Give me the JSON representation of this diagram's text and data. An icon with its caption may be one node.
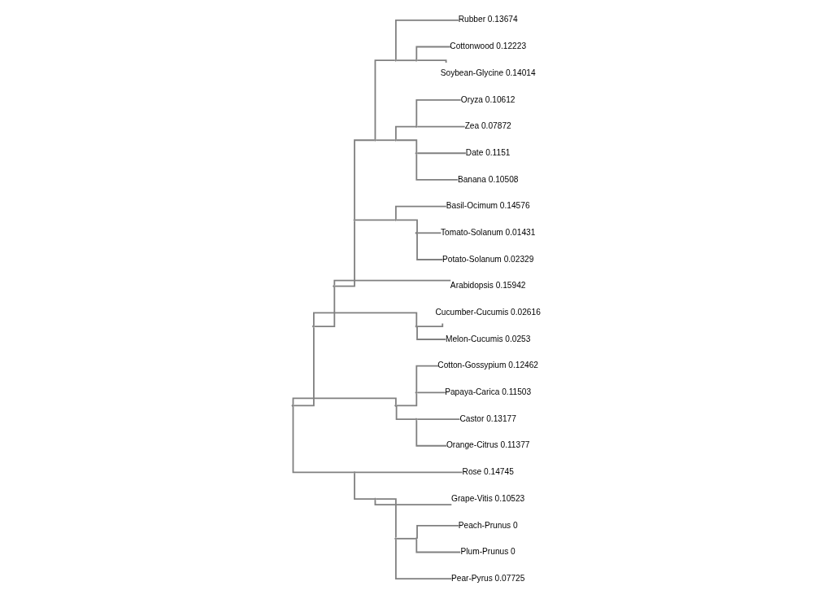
{
  "diagram": {
    "nodes": [
      {
        "text": [],
        "shape": "point"
      },
      {
        "text": [],
        "shape": "point"
      },
      {
        "text": [],
        "shape": "point"
      },
      {
        "text": [],
        "shape": "point"
      },
      {
        "text": [],
        "shape": "point"
      },
      {
        "text": [],
        "shape": "point"
      },
      {
        "text": [
          "Rubber 0.13674"
        ]
      },
      {
        "text": [],
        "shape": "point"
      },
      {
        "text": [
          "Cottonwood 0.12223"
        ]
      },
      {
        "text": [
          "Soybean-Glycine 0.14014"
        ]
      },
      {
        "text": [],
        "shape": "point"
      },
      {
        "text": [],
        "shape": "point"
      },
      {
        "text": [
          "Oryza 0.10612"
        ]
      },
      {
        "text": [
          "Zea 0.07872"
        ]
      },
      {
        "text": [],
        "shape": "point"
      },
      {
        "text": [
          "Date 0.1151"
        ]
      },
      {
        "text": [
          "Banana 0.10508"
        ]
      },
      {
        "text": [],
        "shape": "point"
      },
      {
        "text": [
          "Basil-Ocimum 0.14576"
        ]
      },
      {
        "text": [],
        "shape": "point"
      },
      {
        "text": [
          "Tomato-Solanum 0.01431"
        ]
      },
      {
        "text": [
          "Potato-Solanum 0.02329"
        ]
      },
      {
        "text": [
          "Arabidopsis 0.15942"
        ]
      },
      {
        "text": [],
        "shape": "point"
      },
      {
        "text": [
          "Cucumber-Cucumis 0.02616"
        ]
      },
      {
        "text": [
          "Melon-Cucumis 0.0253"
        ]
      },
      {
        "text": [],
        "shape": "point"
      },
      {
        "text": [],
        "shape": "point"
      },
      {
        "text": [
          "Cotton-Gossypium 0.12462"
        ]
      },
      {
        "text": [
          "Papaya-Carica 0.11503"
        ]
      },
      {
        "text": [],
        "shape": "point"
      },
      {
        "text": [
          "Castor 0.13177"
        ]
      },
      {
        "text": [
          "Orange-Citrus 0.11377"
        ]
      },
      {
        "text": [],
        "shape": "point"
      },
      {
        "text": [
          "Rose 0.14745"
        ]
      },
      {
        "text": [],
        "shape": "point"
      },
      {
        "text": [
          "Grape-Vitis 0.10523"
        ]
      },
      {
        "text": [],
        "shape": "point"
      },
      {
        "text": [],
        "shape": "point"
      },
      {
        "text": [
          "Peach-Prunus 0"
        ]
      },
      {
        "text": [
          "Plum-Prunus 0"
        ]
      },
      {
        "text": [
          "Pear-Pyrus 0.07725"
        ]
      }
    ],
    "edges": [
      {
        "from": 0,
        "to": 1,
        "arrow": "none"
      },
      {
        "from": 1,
        "to": 2,
        "arrow": "none"
      },
      {
        "from": 2,
        "to": 3,
        "arrow": "none"
      },
      {
        "from": 3,
        "to": 4,
        "arrow": "none"
      },
      {
        "from": 4,
        "to": 5,
        "arrow": "none"
      },
      {
        "from": 5,
        "to": 6,
        "arrow": "none"
      },
      {
        "from": 5,
        "to": 7,
        "arrow": "none"
      },
      {
        "from": 7,
        "to": 8,
        "arrow": "none"
      },
      {
        "from": 7,
        "to": 9,
        "arrow": "none"
      },
      {
        "from": 4,
        "to": 10,
        "arrow": "none"
      },
      {
        "from": 10,
        "to": 11,
        "arrow": "none"
      },
      {
        "from": 11,
        "to": 12,
        "arrow": "none"
      },
      {
        "from": 11,
        "to": 13,
        "arrow": "none"
      },
      {
        "from": 10,
        "to": 14,
        "arrow": "none"
      },
      {
        "from": 14,
        "to": 15,
        "arrow": "none"
      },
      {
        "from": 14,
        "to": 16,
        "arrow": "none"
      },
      {
        "from": 3,
        "to": 17,
        "arrow": "none"
      },
      {
        "from": 17,
        "to": 18,
        "arrow": "none"
      },
      {
        "from": 17,
        "to": 19,
        "arrow": "none"
      },
      {
        "from": 19,
        "to": 20,
        "arrow": "none"
      },
      {
        "from": 19,
        "to": 21,
        "arrow": "none"
      },
      {
        "from": 2,
        "to": 22,
        "arrow": "none"
      },
      {
        "from": 1,
        "to": 23,
        "arrow": "none"
      },
      {
        "from": 23,
        "to": 24,
        "arrow": "none"
      },
      {
        "from": 23,
        "to": 25,
        "arrow": "none"
      },
      {
        "from": 0,
        "to": 26,
        "arrow": "none"
      },
      {
        "from": 26,
        "to": 27,
        "arrow": "none"
      },
      {
        "from": 27,
        "to": 28,
        "arrow": "none"
      },
      {
        "from": 27,
        "to": 29,
        "arrow": "none"
      },
      {
        "from": 26,
        "to": 30,
        "arrow": "none"
      },
      {
        "from": 30,
        "to": 31,
        "arrow": "none"
      },
      {
        "from": 30,
        "to": 32,
        "arrow": "none"
      },
      {
        "from": 0,
        "to": 33,
        "arrow": "none"
      },
      {
        "from": 33,
        "to": 34,
        "arrow": "none"
      },
      {
        "from": 33,
        "to": 35,
        "arrow": "none"
      },
      {
        "from": 35,
        "to": 36,
        "arrow": "none"
      },
      {
        "from": 35,
        "to": 37,
        "arrow": "none"
      },
      {
        "from": 37,
        "to": 38,
        "arrow": "none"
      },
      {
        "from": 38,
        "to": 39,
        "arrow": "none"
      },
      {
        "from": 38,
        "to": 40,
        "arrow": "none"
      },
      {
        "from": 37,
        "to": 41,
        "arrow": "none"
      }
    ]
  }
}
